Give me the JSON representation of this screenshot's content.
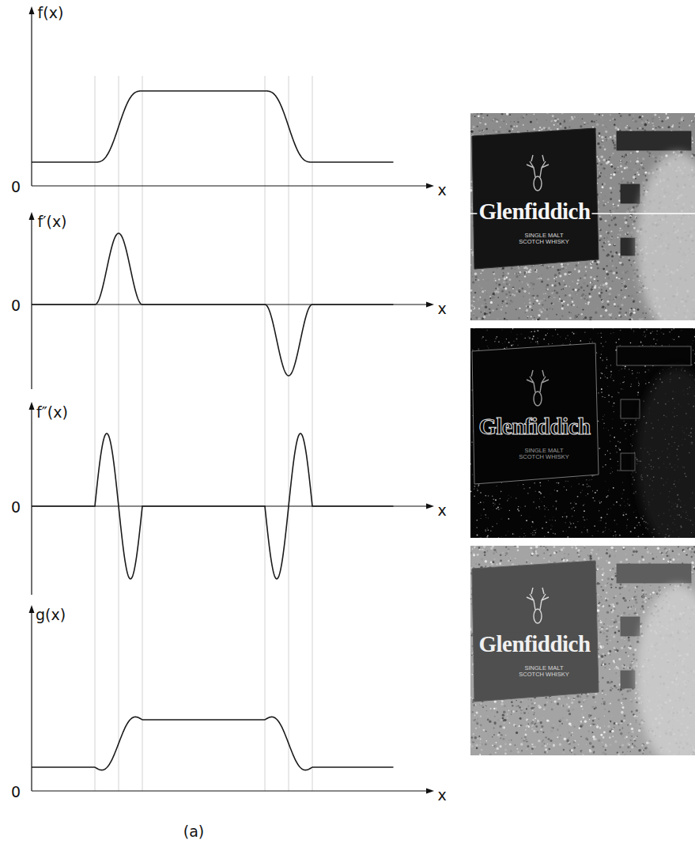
{
  "diagram": {
    "caption": "(a)",
    "labels": [
      "f(x)",
      "0",
      "x",
      "f′(x)",
      "0",
      "x",
      "f″(x)",
      "0",
      "x",
      "g(x)",
      "0",
      "x",
      "Glenfiddich",
      "SINGLE MALT SCOTCH WHISKY",
      "Glenfiddich",
      "SINGLE MALT SCOTCH WHISKY",
      "Glenfiddich",
      "SINGLE MALT SCOTCH WHISKY"
    ]
  }
}
